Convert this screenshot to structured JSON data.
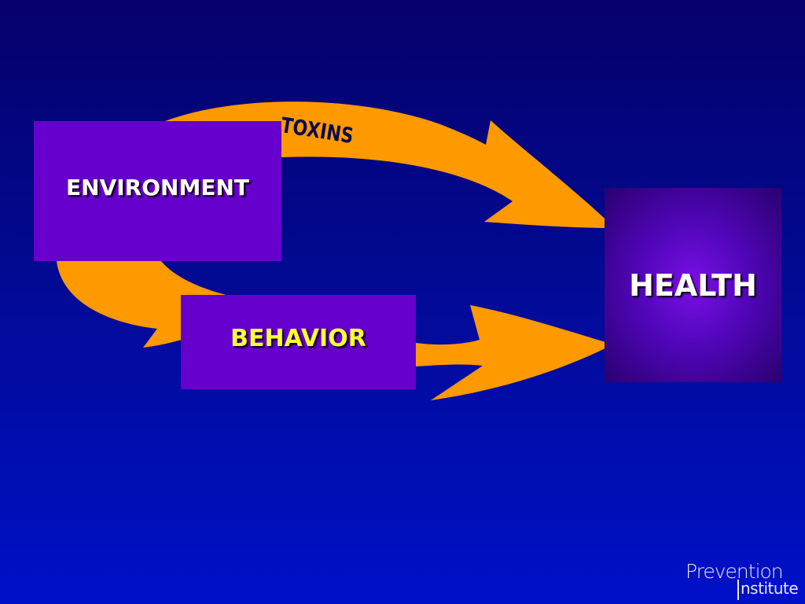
{
  "diagram": {
    "nodes": {
      "environment": "ENVIRONMENT",
      "behavior": "BEHAVIOR",
      "health": "HEALTH"
    },
    "edges": [
      {
        "from": "environment",
        "to": "health",
        "label": "TOXINS"
      },
      {
        "from": "environment",
        "to": "behavior",
        "label": ""
      },
      {
        "from": "behavior",
        "to": "health",
        "label": ""
      }
    ]
  },
  "logo": {
    "line1": "Prevention",
    "line2": "nstitute"
  },
  "colors": {
    "box_fill": "#6600cc",
    "arrow_fill": "#ff9900",
    "behavior_text": "#ffff33",
    "node_text": "#ffffff"
  }
}
